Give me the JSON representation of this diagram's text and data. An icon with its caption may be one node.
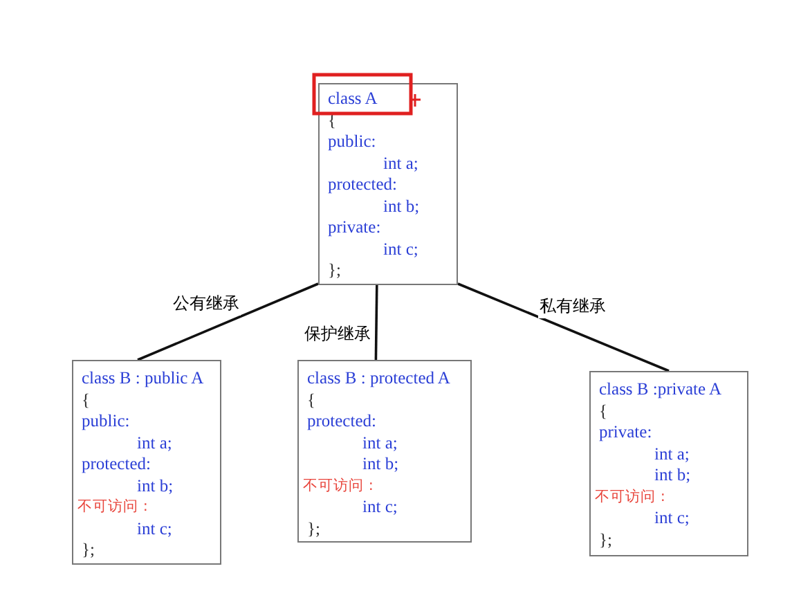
{
  "diagram": {
    "nodes": [
      {
        "text": [
          "class A",
          "{",
          "public:",
          "int a;",
          "protected:",
          "int b;",
          "private:",
          "int c;",
          "};"
        ]
      },
      {
        "text": [
          "class B : public A",
          "{",
          "public:",
          "int a;",
          "protected:",
          "int b;",
          "不可访问 :",
          "int c;",
          "};"
        ]
      },
      {
        "text": [
          "class B : protected A",
          "{",
          "protected:",
          "int a;",
          "int b;",
          "不可访问 :",
          "int c;",
          "};"
        ]
      },
      {
        "text": [
          "class B :private A",
          "{",
          "private:",
          "int a;",
          "int b;",
          "不可访问 :",
          "int c;",
          "};"
        ]
      }
    ],
    "edges": [
      {
        "from": 0,
        "to": 1,
        "arrow": "none",
        "label": "公有继承"
      },
      {
        "from": 0,
        "to": 2,
        "arrow": "none",
        "label": "保护继承"
      },
      {
        "from": 0,
        "to": 3,
        "arrow": "none",
        "label": "私有继承"
      }
    ]
  }
}
